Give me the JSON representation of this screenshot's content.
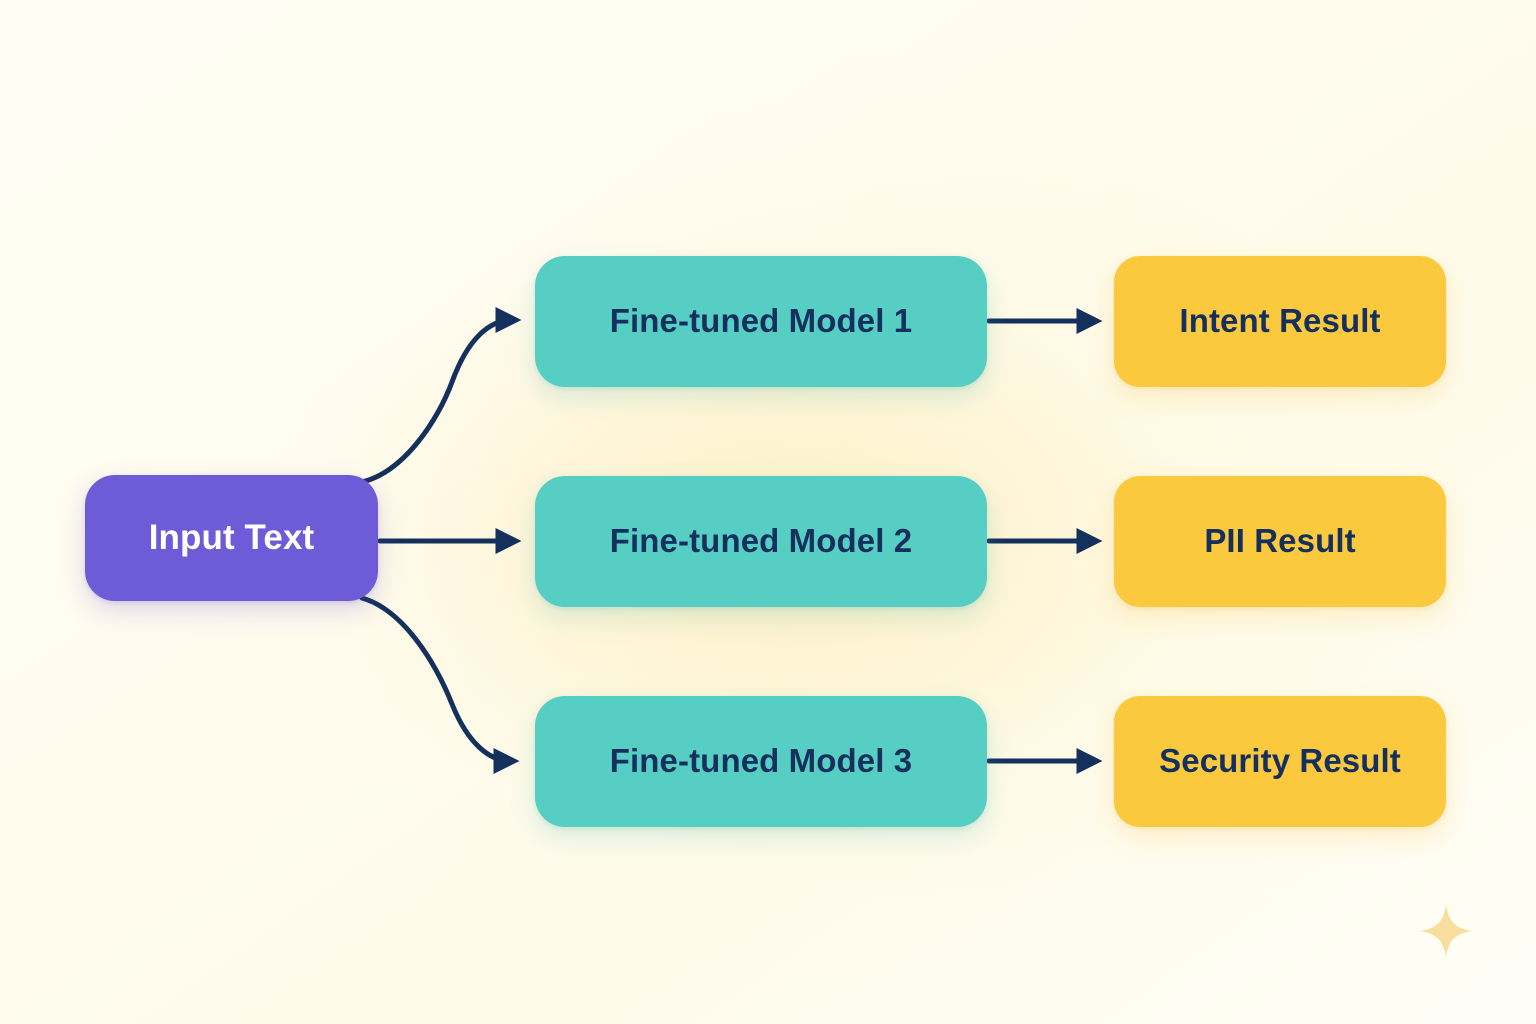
{
  "diagram": {
    "title_present": false,
    "background_color": "#FFFDF4",
    "accent_colors": {
      "input": "#6E5BD8",
      "model": "#57CEC3",
      "result": "#FBC93E",
      "text_dark": "#16305E",
      "text_light": "#FFFFFF",
      "edge": "#14305C",
      "sparkle": "#F7DE9B"
    },
    "input_node": {
      "label": "Input Text",
      "shape": "rounded-rect"
    },
    "model_nodes": [
      {
        "label": "Fine-tuned Model 1"
      },
      {
        "label": "Fine-tuned Model 2"
      },
      {
        "label": "Fine-tuned Model 3"
      }
    ],
    "result_nodes": [
      {
        "label": "Intent Result"
      },
      {
        "label": "PII Result"
      },
      {
        "label": "Security Result"
      }
    ],
    "edges": [
      {
        "from": "Input Text",
        "to": "Fine-tuned Model 1",
        "style": "curved-arrow"
      },
      {
        "from": "Input Text",
        "to": "Fine-tuned Model 2",
        "style": "straight-arrow"
      },
      {
        "from": "Input Text",
        "to": "Fine-tuned Model 3",
        "style": "curved-arrow"
      },
      {
        "from": "Fine-tuned Model 1",
        "to": "Intent Result",
        "style": "straight-arrow"
      },
      {
        "from": "Fine-tuned Model 2",
        "to": "PII Result",
        "style": "straight-arrow"
      },
      {
        "from": "Fine-tuned Model 3",
        "to": "Security Result",
        "style": "straight-arrow"
      }
    ],
    "decoration": {
      "sparkle_icon": "sparkle-4-point-star"
    }
  }
}
